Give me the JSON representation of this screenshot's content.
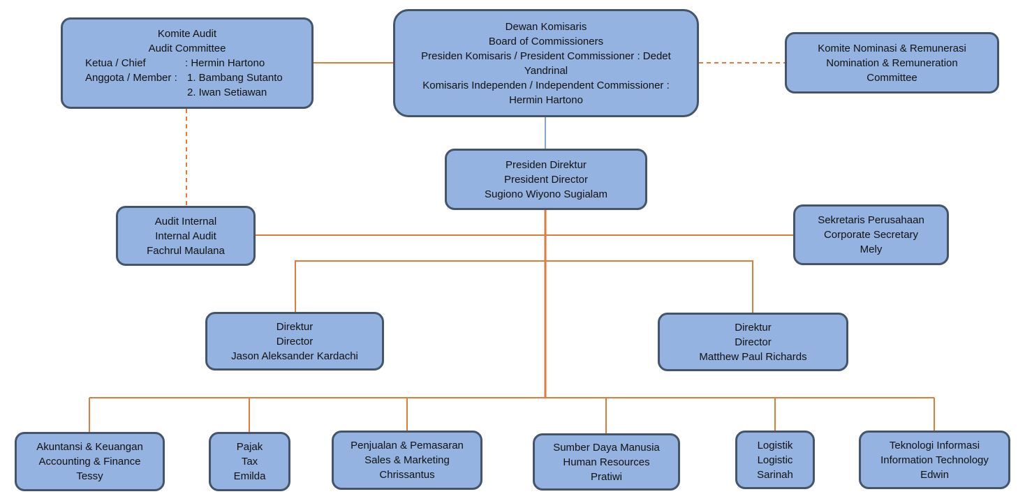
{
  "colors": {
    "box_fill": "#95b3e0",
    "box_border": "#44546a",
    "connector_orange": "#e07b39",
    "connector_blue": "#5b87c5"
  },
  "audit_committee": {
    "title_id": "Komite Audit",
    "title_en": "Audit Committee",
    "chief_label": "Ketua / Chief",
    "chief_name": ": Hermin Hartono",
    "member_label": "Anggota / Member :",
    "member_1": "1. Bambang Sutanto",
    "member_2": "2. Iwan Setiawan"
  },
  "board": {
    "title_id": "Dewan Komisaris",
    "title_en": "Board of Commissioners",
    "president_line": "Presiden Komisaris / President Commissioner :  Dedet Yandrinal",
    "independent_line": "Komisaris Independen / Independent Commissioner : Hermin Hartono"
  },
  "nomination": {
    "title_id": "Komite Nominasi & Remunerasi",
    "title_en": "Nomination & Remuneration Committee"
  },
  "president_director": {
    "title_id": "Presiden Direktur",
    "title_en": "President Director",
    "name": "Sugiono Wiyono Sugialam"
  },
  "internal_audit": {
    "title_id": "Audit Internal",
    "title_en": "Internal Audit",
    "name": "Fachrul Maulana"
  },
  "corporate_secretary": {
    "title_id": "Sekretaris Perusahaan",
    "title_en": "Corporate Secretary",
    "name": "Mely"
  },
  "director_left": {
    "title_id": "Direktur",
    "title_en": "Director",
    "name": "Jason Aleksander Kardachi"
  },
  "director_right": {
    "title_id": "Direktur",
    "title_en": "Director",
    "name": "Matthew Paul Richards"
  },
  "departments": [
    {
      "title_id": "Akuntansi & Keuangan",
      "title_en": "Accounting & Finance",
      "name": "Tessy"
    },
    {
      "title_id": "Pajak",
      "title_en": "Tax",
      "name": "Emilda"
    },
    {
      "title_id": "Penjualan & Pemasaran",
      "title_en": "Sales &  Marketing",
      "name": "Chrissantus"
    },
    {
      "title_id": "Sumber Daya Manusia",
      "title_en": "Human Resources",
      "name": "Pratiwi"
    },
    {
      "title_id": "Logistik",
      "title_en": "Logistic",
      "name": "Sarinah"
    },
    {
      "title_id": "Teknologi Informasi",
      "title_en": "Information Technology",
      "name": "Edwin"
    }
  ]
}
